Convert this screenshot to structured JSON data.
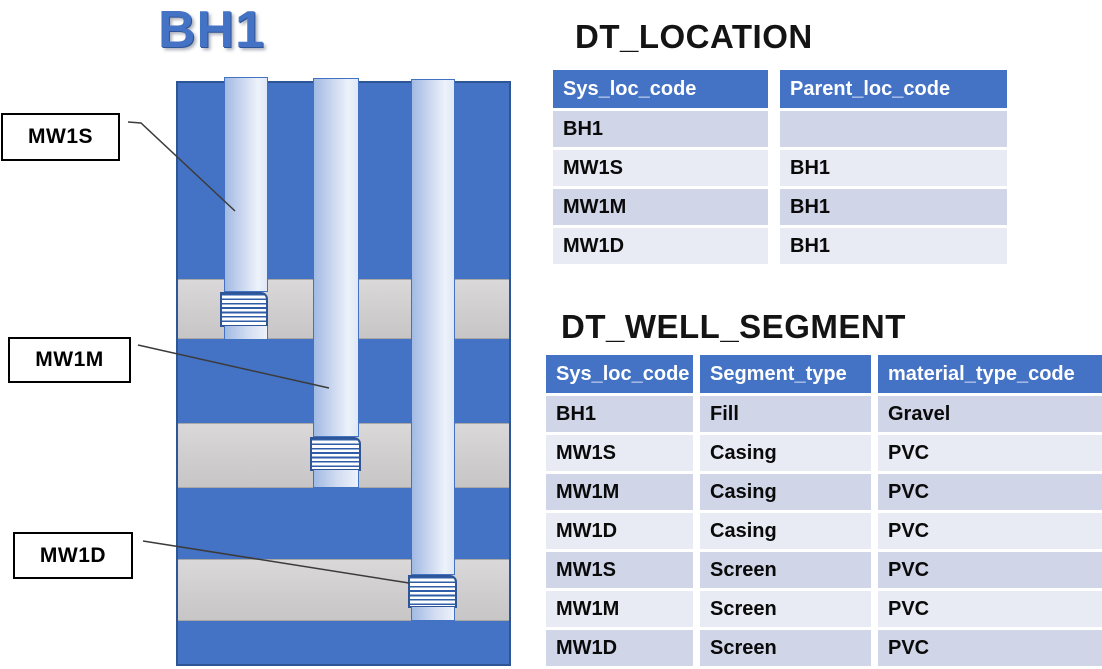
{
  "diagram": {
    "title": "BH1",
    "labels": [
      {
        "text": "MW1S"
      },
      {
        "text": "MW1M"
      },
      {
        "text": "MW1D"
      }
    ]
  },
  "tables": {
    "location": {
      "title": "DT_LOCATION",
      "columns": [
        "Sys_loc_code",
        "Parent_loc_code"
      ],
      "rows": [
        [
          "BH1",
          ""
        ],
        [
          "MW1S",
          "BH1"
        ],
        [
          "MW1M",
          "BH1"
        ],
        [
          "MW1D",
          "BH1"
        ]
      ]
    },
    "well_segment": {
      "title": "DT_WELL_SEGMENT",
      "columns": [
        "Sys_loc_code",
        "Segment_type",
        "material_type_code"
      ],
      "rows": [
        [
          "BH1",
          "Fill",
          "Gravel"
        ],
        [
          "MW1S",
          "Casing",
          "PVC"
        ],
        [
          "MW1M",
          "Casing",
          "PVC"
        ],
        [
          "MW1D",
          "Casing",
          "PVC"
        ],
        [
          "MW1S",
          "Screen",
          "PVC"
        ],
        [
          "MW1M",
          "Screen",
          "PVC"
        ],
        [
          "MW1D",
          "Screen",
          "PVC"
        ]
      ]
    }
  },
  "colors": {
    "accent_blue": "#4472C4",
    "dark_blue": "#2F5597",
    "layer_gray": "#D0CECE",
    "row_band_dark": "#D0D5E8",
    "row_band_light": "#E9EBF4",
    "header_text": "#FFFFFF",
    "title_blue": "#4472C4",
    "callout_border": "#000000"
  }
}
